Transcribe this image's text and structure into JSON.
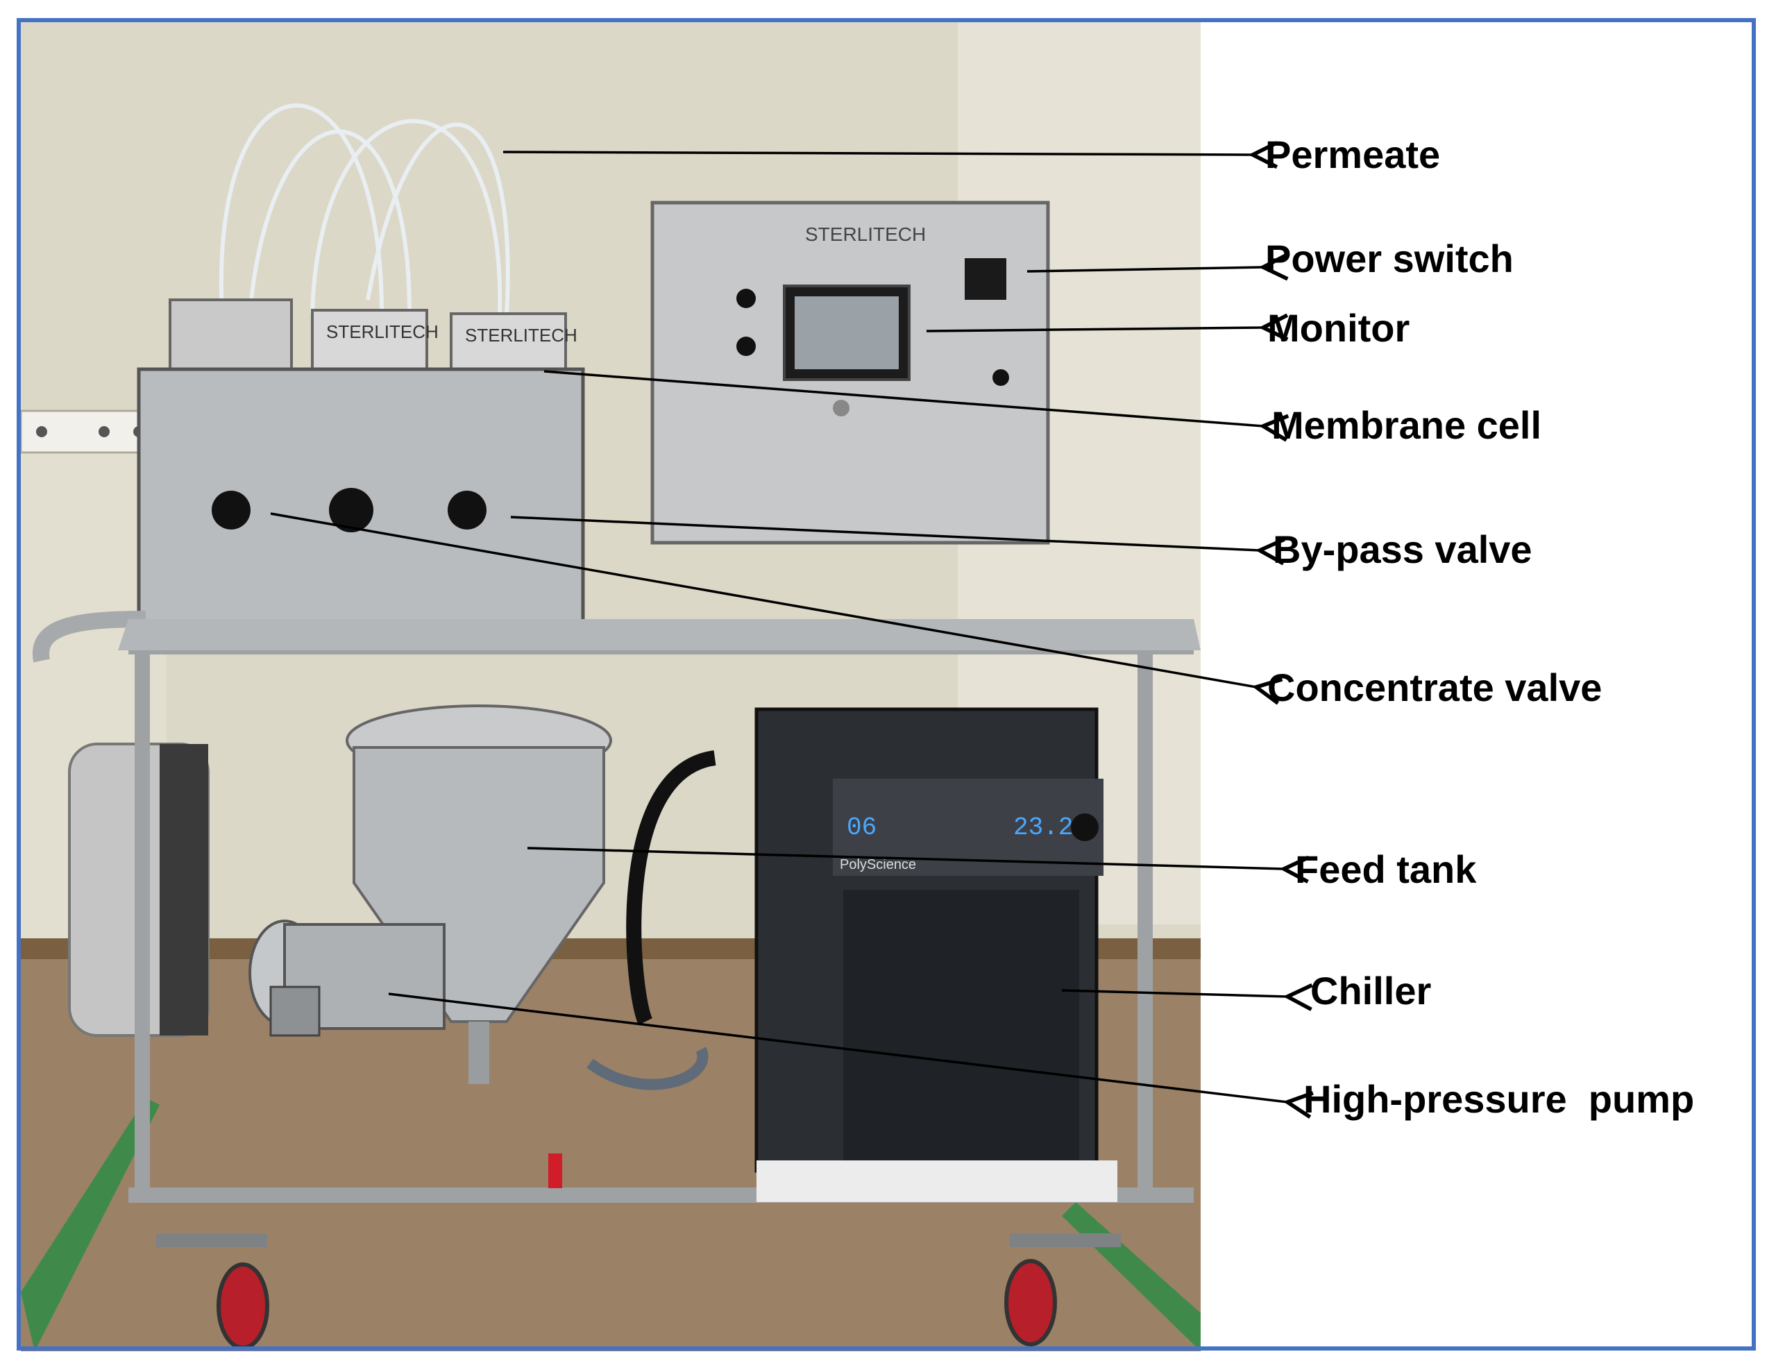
{
  "figure": {
    "frame_color": "#4472c4",
    "photo_subject": "membrane filtration rig on stainless steel trolley",
    "brand_text": "STERLITECH",
    "chiller_brand_text": "PolyScience",
    "chiller_display_left": "06",
    "chiller_display_right": "23.2",
    "labels": [
      {
        "id": "permeate",
        "text": "Permeate"
      },
      {
        "id": "power-switch",
        "text": "Power switch"
      },
      {
        "id": "monitor",
        "text": "Monitor"
      },
      {
        "id": "membrane-cell",
        "text": "Membrane cell"
      },
      {
        "id": "bypass-valve",
        "text": "By-pass valve"
      },
      {
        "id": "concentrate-valve",
        "text": "Concentrate valve"
      },
      {
        "id": "feed-tank",
        "text": "Feed tank"
      },
      {
        "id": "chiller",
        "text": "Chiller"
      },
      {
        "id": "high-pressure-pump",
        "text": "High-pressure  pump"
      }
    ]
  }
}
